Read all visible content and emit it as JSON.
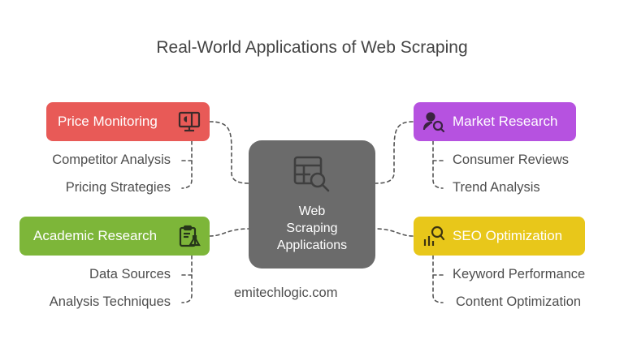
{
  "title": "Real-World Applications of Web Scraping",
  "center": {
    "label": "Web\nScraping\nApplications",
    "icon": "spreadsheet-search-icon",
    "color": "#6b6b6b"
  },
  "categories": [
    {
      "name": "Price Monitoring",
      "color": "#e85a57",
      "text_color": "#ffffff",
      "icon": "monitor-price-icon",
      "items": [
        "Competitor Analysis",
        "Pricing Strategies"
      ]
    },
    {
      "name": "Market Research",
      "color": "#b652e0",
      "text_color": "#ffffff",
      "icon": "user-search-icon",
      "items": [
        "Consumer Reviews",
        "Trend Analysis"
      ]
    },
    {
      "name": "Academic Research",
      "color": "#7db639",
      "text_color": "#ffffff",
      "icon": "clipboard-flask-icon",
      "items": [
        "Data Sources",
        "Analysis Techniques"
      ]
    },
    {
      "name": "SEO Optimization",
      "color": "#e8c71a",
      "text_color": "#ffffff",
      "icon": "chart-search-icon",
      "items": [
        "Keyword Performance",
        "Content Optimization"
      ]
    }
  ],
  "footer": {
    "website": "emitechlogic.com"
  }
}
